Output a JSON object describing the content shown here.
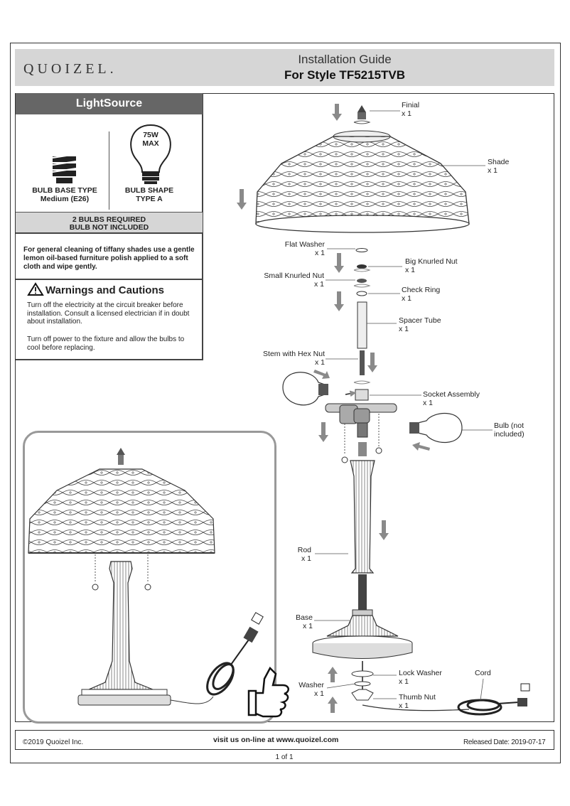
{
  "header": {
    "brand": "QUOIZEL.",
    "title": "Installation Guide",
    "style_line": "For Style TF5215TVB"
  },
  "lightsource": {
    "heading": "LightSource",
    "wattage_label": "75W\nMAX",
    "bulb_base_title": "BULB BASE TYPE",
    "bulb_base_value": "Medium (E26)",
    "bulb_shape_title": "BULB SHAPE",
    "bulb_shape_value": "TYPE A",
    "required": "2 BULBS REQUIRED",
    "not_included": "BULB NOT INCLUDED"
  },
  "cleaning_note": "For general cleaning of tiffany shades use a gentle lemon oil-based furniture polish applied to a soft cloth and wipe gently.",
  "warnings": {
    "title": "Warnings and Cautions",
    "items": [
      "Turn off the electricity at the circuit breaker before installation. Consult a licensed electrician if in doubt about installation.",
      "Turn off power to the fixture and allow the bulbs to cool before replacing."
    ]
  },
  "parts": {
    "finial": "Finial\nx 1",
    "shade": "Shade\nx 1",
    "flat_washer": "Flat Washer\nx 1",
    "big_knurled_nut": "Big Knurled Nut\nx 1",
    "small_knurled_nut": "Small Knurled Nut\nx 1",
    "check_ring": "Check Ring\nx 1",
    "spacer_tube": "Spacer Tube\nx 1",
    "stem_hex_nut": "Stem with Hex Nut\nx 1",
    "socket_assembly": "Socket Assembly\nx 1",
    "bulb": "Bulb (not\nincluded)",
    "rod": "Rod\nx 1",
    "base": "Base\nx 1",
    "lock_washer": "Lock Washer\nx 1",
    "cord": "Cord",
    "washer": "Washer\nx 1",
    "thumb_nut": "Thumb Nut\nx 1"
  },
  "footer": {
    "copyright": "2019 Quoizel Inc.",
    "website": "visit us on-line at www.quoizel.com",
    "released": "Released Date: 2019-07-17",
    "page": "1 of 1"
  },
  "colors": {
    "header_bg": "#d6d6d6",
    "panel_head": "#666666",
    "frame_gray": "#999999",
    "arrow_gray": "#8a8a8a"
  }
}
